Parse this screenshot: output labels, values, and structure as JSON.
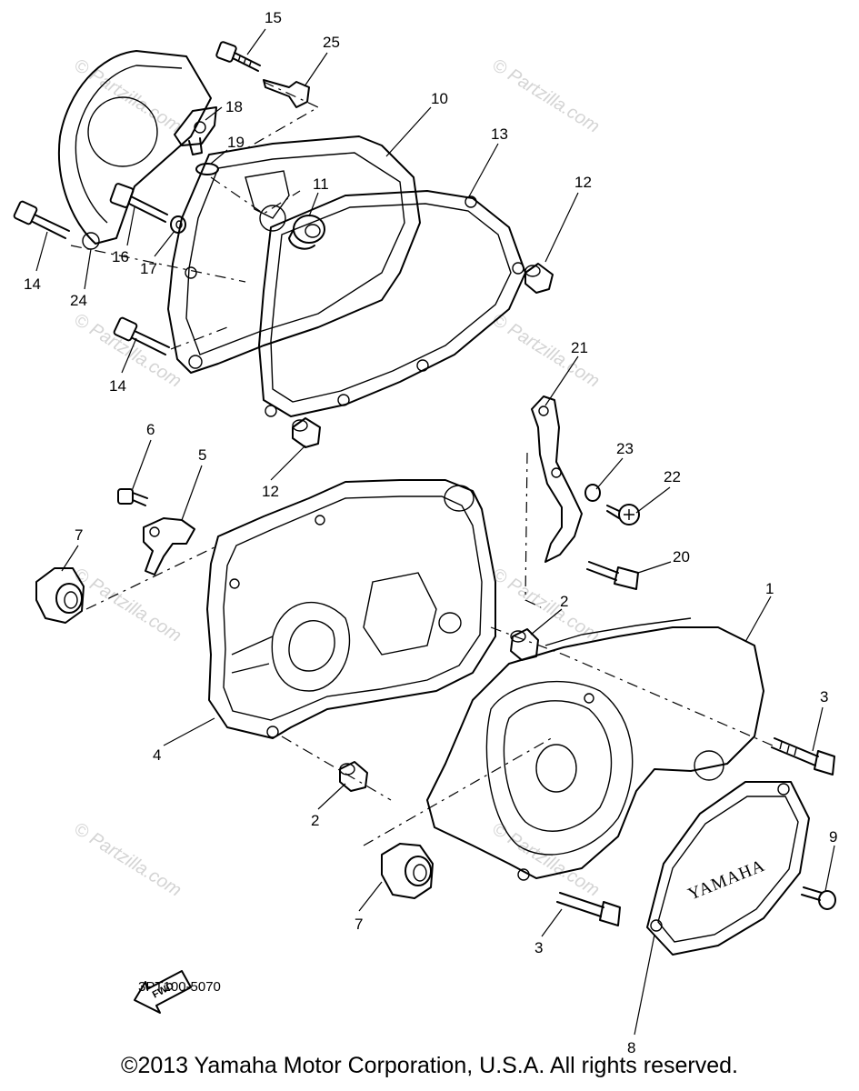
{
  "diagram": {
    "code": "3PT100-5070",
    "copyright": "©2013 Yamaha Motor Corporation, U.S.A. All rights reserved.",
    "watermark": "© Partzilla.com",
    "cover_brand": "YAMAHA",
    "fwd_label": "FWD",
    "callouts": [
      {
        "id": "c15",
        "label": "15"
      },
      {
        "id": "c25",
        "label": "25"
      },
      {
        "id": "c18",
        "label": "18"
      },
      {
        "id": "c10",
        "label": "10"
      },
      {
        "id": "c19",
        "label": "19"
      },
      {
        "id": "c13",
        "label": "13"
      },
      {
        "id": "c11",
        "label": "11"
      },
      {
        "id": "c12a",
        "label": "12"
      },
      {
        "id": "c14a",
        "label": "14"
      },
      {
        "id": "c16",
        "label": "16"
      },
      {
        "id": "c17",
        "label": "17"
      },
      {
        "id": "c24",
        "label": "24"
      },
      {
        "id": "c14b",
        "label": "14"
      },
      {
        "id": "c21",
        "label": "21"
      },
      {
        "id": "c6",
        "label": "6"
      },
      {
        "id": "c5",
        "label": "5"
      },
      {
        "id": "c12b",
        "label": "12"
      },
      {
        "id": "c23",
        "label": "23"
      },
      {
        "id": "c22",
        "label": "22"
      },
      {
        "id": "c7a",
        "label": "7"
      },
      {
        "id": "c20",
        "label": "20"
      },
      {
        "id": "c2a",
        "label": "2"
      },
      {
        "id": "c1",
        "label": "1"
      },
      {
        "id": "c3a",
        "label": "3"
      },
      {
        "id": "c4",
        "label": "4"
      },
      {
        "id": "c2b",
        "label": "2"
      },
      {
        "id": "c9",
        "label": "9"
      },
      {
        "id": "c7b",
        "label": "7"
      },
      {
        "id": "c3b",
        "label": "3"
      },
      {
        "id": "c8",
        "label": "8"
      }
    ]
  }
}
